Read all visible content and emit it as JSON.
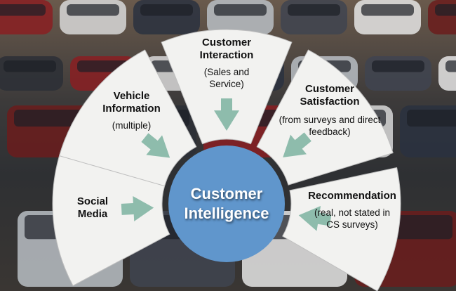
{
  "center": {
    "line1": "Customer",
    "line2": "Intelligence"
  },
  "segments": [
    {
      "title": "Social Media",
      "subtitle": ""
    },
    {
      "title": "Vehicle Information",
      "subtitle": "(multiple)"
    },
    {
      "title": "Customer Interaction",
      "subtitle": "(Sales and Service)"
    },
    {
      "title": "Customer Satisfaction",
      "subtitle": "(from surveys and direct feedback)"
    },
    {
      "title": "Recommendation",
      "subtitle": "(real, not stated in CS surveys)"
    }
  ],
  "colors": {
    "circle": "#6096cc",
    "arrow": "#8ebcac",
    "segment": "#f2f2f0"
  }
}
